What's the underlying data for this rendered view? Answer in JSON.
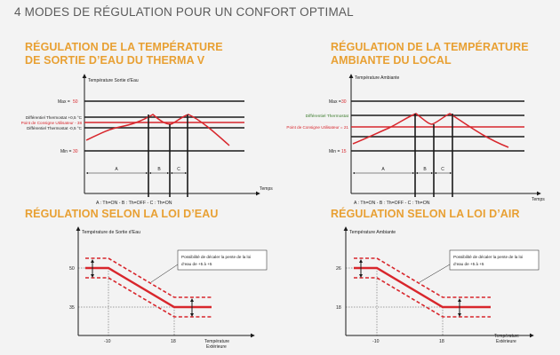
{
  "header": {
    "title": "4 MODES DE RÉGULATION POUR UN CONFORT OPTIMAL"
  },
  "colors": {
    "accent": "#e8a033",
    "curve": "#d8262c",
    "line": "#1a1a1a"
  },
  "panels": {
    "water_temp": {
      "title_line1": "RÉGULATION DE LA TEMPÉRATURE",
      "title_line2": "DE SORTIE D’EAU DU THERMA V",
      "y_axis": "Température Sortie d’Eau",
      "x_axis": "Temps",
      "max_label": "Max =",
      "max_value": "50",
      "diff_plus": "Différentiel Thermostat +0,5 °C",
      "setpoint": "Point de Consigne Utilisateur - 38",
      "diff_minus": "Différentiel Thermostat -0,5 °C",
      "min_label": "Min =",
      "min_value": "30",
      "seg_a": "A",
      "seg_b": "B",
      "seg_c": "C",
      "legend": "A : Th=ON - B : Th=OFF - C : Th=ON"
    },
    "room_temp": {
      "title_line1": "RÉGULATION DE LA TEMPÉRATURE",
      "title_line2": "AMBIANTE DU LOCAL",
      "y_axis": "Température Ambiante",
      "x_axis": "Temps",
      "max_label": "Max =",
      "max_value": "30",
      "diff": "Différentiel Thermostat",
      "setpoint": "Point de Consigne Utilisateur = 21",
      "min_label": "Min =",
      "min_value": "15",
      "seg_a": "A",
      "seg_b": "B",
      "seg_c": "C",
      "legend": "A : Th=ON - B : Th=OFF - C : Th=ON"
    },
    "water_law": {
      "title": "RÉGULATION SELON LA LOI D’EAU",
      "y_axis": "Température de Sortie d’Eau",
      "x_axis_line1": "Température",
      "x_axis_line2": "Extérieure",
      "y_high": "50",
      "y_low": "35",
      "x_left": "-10",
      "x_right": "18",
      "note_line1": "Possibilité de décaler la pente de la loi",
      "note_line2": "d’eau de +5 à +5"
    },
    "air_law": {
      "title": "RÉGULATION SELON LA LOI D’AIR",
      "y_axis": "Température Ambiante",
      "x_axis_line1": "Température",
      "x_axis_line2": "Extérieure",
      "y_high": "26",
      "y_low": "18",
      "x_left": "-10",
      "x_right": "18",
      "note_line1": "Possibilité de décaler la pente de la loi",
      "note_line2": "d’eau de +5 à +5"
    }
  }
}
